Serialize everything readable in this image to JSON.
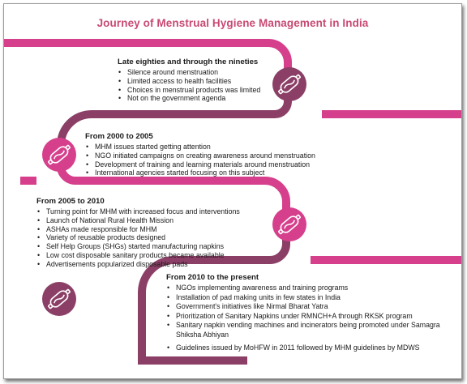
{
  "title": "Journey of Menstrual Hygiene Management in India",
  "colors": {
    "magenta": "#d63f8c",
    "plum": "#8b3f66",
    "title": "#c84a73"
  },
  "icons": [
    "sanitary-pad-icon-plum",
    "sanitary-pad-icon-magenta",
    "sanitary-pad-icon-magenta",
    "sanitary-pad-icon-plum"
  ],
  "phases": [
    {
      "heading": "Late eighties and through the nineties",
      "items": [
        "Silence around menstruation",
        "Limited access to health facilities",
        "Choices in menstrual products was limited",
        "Not on the government agenda"
      ]
    },
    {
      "heading": "From 2000 to 2005",
      "items": [
        "MHM issues started getting attention",
        "NGO initiated campaigns on creating awareness around menstruation",
        "Development of training and learning materials around menstruation",
        "International agencies started focusing on this subject"
      ]
    },
    {
      "heading": "From 2005 to 2010",
      "items": [
        "Turning point for MHM with increased focus and interventions",
        "Launch of National Rural Health Mission",
        "ASHAs made responsible for MHM",
        "Variety of reusable products designed",
        "Self Help Groups (SHGs) started manufacturing napkins",
        "Low cost disposable sanitary products became available",
        "Advertisements popularized disposable pads"
      ]
    },
    {
      "heading": "From 2010 to the present",
      "items": [
        "NGOs implementing awareness and training programs",
        "Installation of pad making units in few states in India",
        "Government's initiatives like Nirmal Bharat Yatra",
        "Prioritization of Sanitary Napkins under RMNCH+A through RKSK program",
        "Sanitary napkin vending machines and incinerators being promoted under Samagra Shiksha Abhiyan",
        "Guidelines issued by MoHFW in 2011 followed by MHM guidelines by MDWS"
      ]
    }
  ]
}
